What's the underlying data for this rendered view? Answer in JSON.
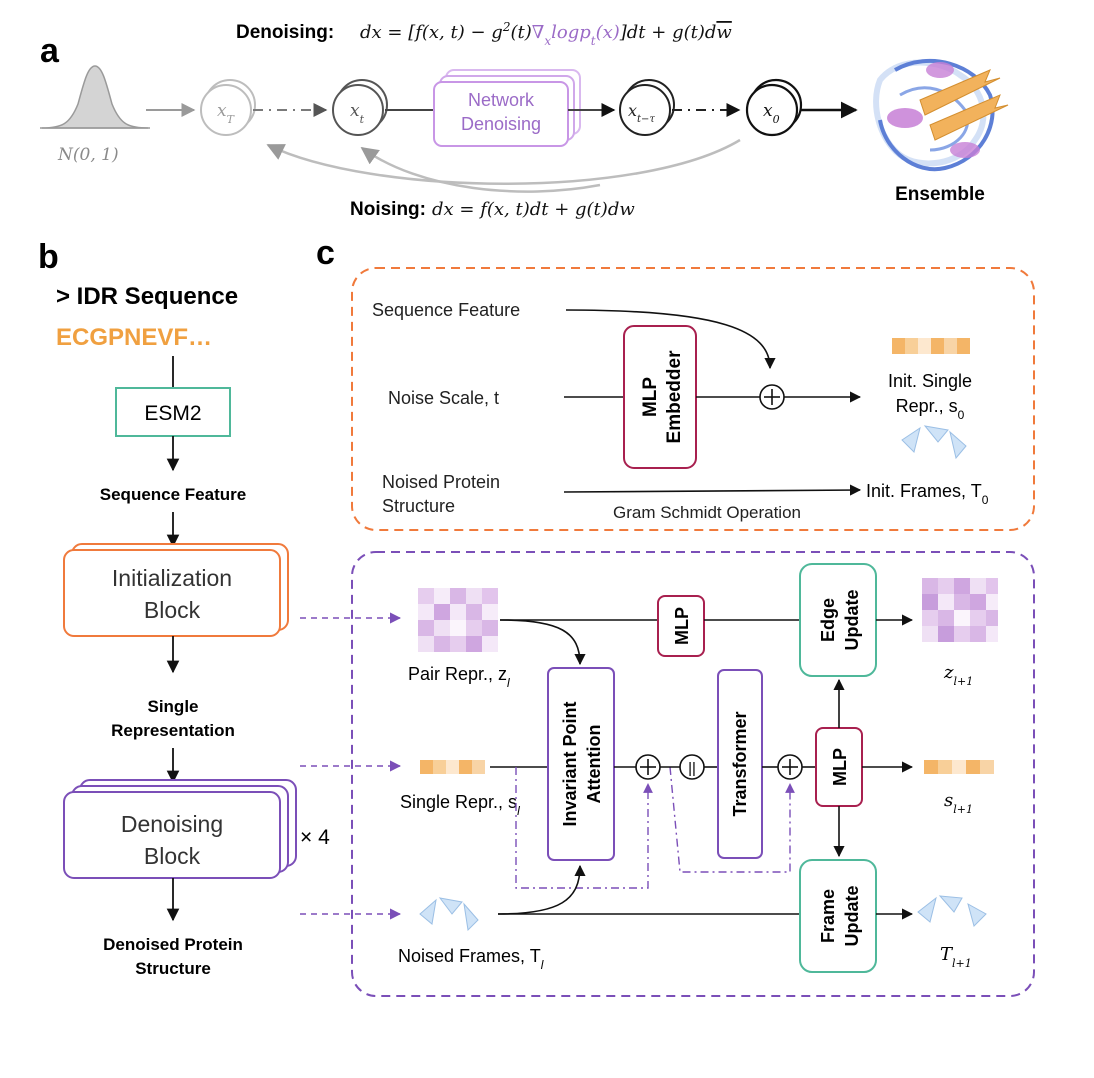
{
  "panel_a": {
    "label": "a",
    "denoising_title": "Denoising:",
    "denoising_formula": {
      "lead": "dx = [f(x, t) − g",
      "sup": "2",
      "mid": "(t)",
      "grad": "∇",
      "grad_sub": "x",
      "log": "logp",
      "log_sub": "t",
      "log_arg": "(x)",
      "tail": "]dt + g(t)d",
      "wbar": "w"
    },
    "gaussian_label": "N(0, 1)",
    "nodes": {
      "xT": "x",
      "xT_sub": "T",
      "xt": "x",
      "xt_sub": "t",
      "xttau": "x",
      "xttau_sub": "t−τ",
      "x0": "x",
      "x0_sub": "0"
    },
    "network_label_1": "Network",
    "network_label_2": "Denoising",
    "noising_title": "Noising:",
    "noising_formula": "dx = f(x, t)dt + g(t)dw",
    "ensemble_label": "Ensemble",
    "colors": {
      "purple": "#9b6bc7",
      "grey": "#9a9a9a",
      "orange": "#f0a040"
    }
  },
  "panel_b": {
    "label": "b",
    "title": "> IDR Sequence",
    "sequence": "ECGPNEVF…",
    "esm_label": "ESM2",
    "seq_feature": "Sequence Feature",
    "init_block_1": "Initialization",
    "init_block_2": "Block",
    "single_rep_1": "Single",
    "single_rep_2": "Representation",
    "denoise_block_1": "Denoising",
    "denoise_block_2": "Block",
    "times": "× 4",
    "output_1": "Denoised Protein",
    "output_2": "Structure",
    "colors": {
      "green": "#4fb89a",
      "orange": "#f07a3c",
      "purple": "#7b4fb8"
    }
  },
  "panel_c": {
    "label": "c",
    "top": {
      "seq_feature": "Sequence Feature",
      "noise_scale": "Noise Scale, t",
      "noised_1": "Noised Protein",
      "noised_2": "Structure",
      "mlp_1": "MLP",
      "mlp_2": "Embedder",
      "init_single_1": "Init. Single",
      "init_single_2": "Repr., s",
      "init_single_sub": "0",
      "init_frames": "Init. Frames, T",
      "init_frames_sub": "0",
      "gram": "Gram Schmidt Operation"
    },
    "bottom": {
      "pair_repr": "Pair Repr., z",
      "pair_sub": "l",
      "single_repr": "Single Repr., s",
      "single_sub": "l",
      "noised_frames": "Noised Frames, T",
      "frames_sub": "l",
      "mlp": "MLP",
      "ipa_1": "Invariant Point",
      "ipa_2": "Attention",
      "transformer": "Transformer",
      "concat": "||",
      "edge_1": "Edge",
      "edge_2": "Update",
      "frame_1": "Frame",
      "frame_2": "Update",
      "mlp2": "MLP",
      "z_out": "z",
      "z_out_sub": "l+1",
      "s_out": "s",
      "s_out_sub": "l+1",
      "t_out": "T",
      "t_out_sub": "l+1"
    },
    "colors": {
      "orange": "#f07a3c",
      "purple": "#7b4fb8",
      "crimson": "#a8204f",
      "green": "#4fb89a"
    }
  }
}
